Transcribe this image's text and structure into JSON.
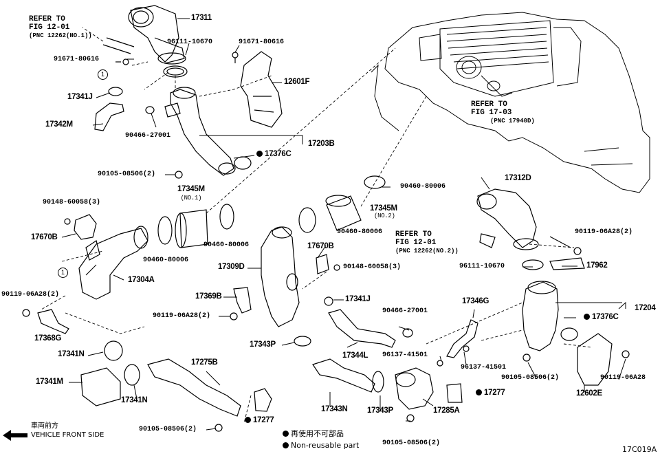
{
  "diagram_id": "17C019A",
  "refs": {
    "fig_12_01_no1": [
      "REFER TO",
      "FIG 12-01",
      "(PNC 12262(NO.1))"
    ],
    "fig_17_03": [
      "REFER TO",
      "FIG 17-03",
      "(PNC 17940D)"
    ],
    "fig_12_01_no2": [
      "REFER TO",
      "FIG 12-01",
      "(PNC 12262(NO.2))"
    ]
  },
  "parts": {
    "p17311": "17311",
    "p96111_10670_a": "96111-10670",
    "p91671_80616_a": "91671-80616",
    "p91671_80616_b": "91671-80616",
    "p12601F": "12601F",
    "p17341J_a": "17341J",
    "p17342M": "17342M",
    "p90466_27001_a": "90466-27001",
    "p17203B": "17203B",
    "p17376C_a": "17376C",
    "p90105_08506_a": "90105-08506(2)",
    "p17345M_1": "17345M",
    "p17345M_1_sub": "(NO.1)",
    "p90460_80006_a": "90460-80006",
    "p90460_80006_b": "90460-80006",
    "p90460_80006_c": "90460-80006",
    "p90460_80006_d": "90460-80006",
    "p17345M_2": "17345M",
    "p17345M_2_sub": "(NO.2)",
    "p17312D": "17312D",
    "p90148_60058_a": "90148-60058(3)",
    "p17670B_a": "17670B",
    "p17670B_b": "17670B",
    "p90148_60058_b": "90148-60058(3)",
    "p17309D": "17309D",
    "p90119_06A28_a": "90119-06A28(2)",
    "p96111_10670_b": "96111-10670",
    "p17962": "17962",
    "p17304A": "17304A",
    "p90119_06A28_b": "90119-06A28(2)",
    "p17369B": "17369B",
    "p17341J_b": "17341J",
    "p17346G": "17346G",
    "p17204": "17204",
    "p90119_06A28_c": "90119-06A28(2)",
    "p90466_27001_b": "90466-27001",
    "p17376C_b": "17376C",
    "p17368G": "17368G",
    "p17343P_a": "17343P",
    "p17344L": "17344L",
    "p96137_41501_a": "96137-41501",
    "p96137_41501_b": "96137-41501",
    "p17341N_a": "17341N",
    "p17275B": "17275B",
    "p90105_08506_b": "90105-08506(2)",
    "p90119_06A28_d": "90119-06A28",
    "p17341M": "17341M",
    "p17341N_b": "17341N",
    "p17343N": "17343N",
    "p17343P_b": "17343P",
    "p17277_a": "17277",
    "p17285A": "17285A",
    "p12602E": "12602E",
    "p90105_08506_c": "90105-08506(2)",
    "p17277_b": "17277",
    "p90105_08506_d": "90105-08506(2)"
  },
  "callout": "1",
  "legend": {
    "nonreusable_jp": "再使用不可部品",
    "nonreusable_en": "Non-reusable part",
    "front_jp": "車両前方",
    "front_en": "VEHICLE FRONT SIDE"
  }
}
